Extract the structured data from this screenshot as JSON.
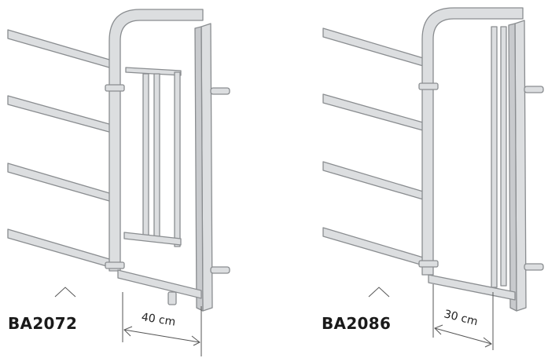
{
  "products": [
    {
      "code": "BA2072",
      "width_label": "40 cm"
    },
    {
      "code": "BA2086",
      "width_label": "30 cm"
    }
  ],
  "colors": {
    "metal_fill": "#dcdee0",
    "metal_stroke": "#8a8d90",
    "dimension_line": "#555555",
    "text": "#1a1a1a"
  }
}
